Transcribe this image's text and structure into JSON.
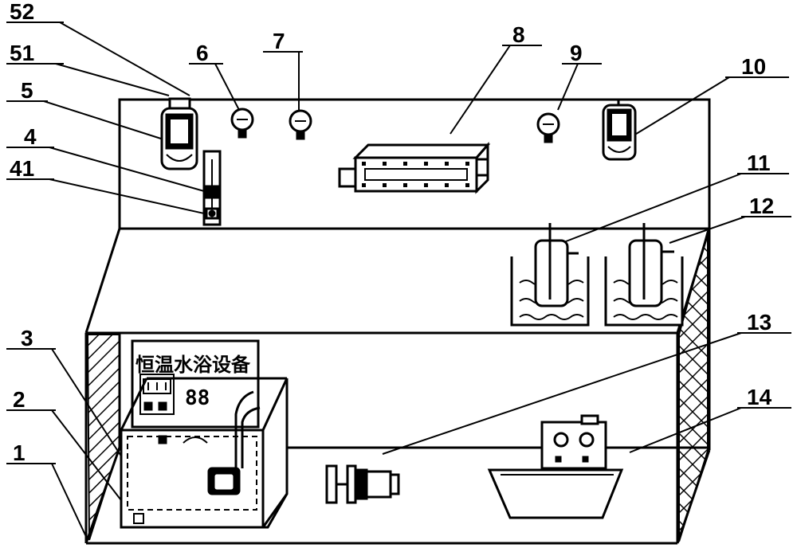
{
  "labels": {
    "l52": "52",
    "l51": "51",
    "l5": "5",
    "l4": "4",
    "l41": "41",
    "l3": "3",
    "l2": "2",
    "l1": "1",
    "l6": "6",
    "l7": "7",
    "l8": "8",
    "l9": "9",
    "l10": "10",
    "l11": "11",
    "l12": "12",
    "l13": "13",
    "l14": "14"
  },
  "device": {
    "panel_text": "恒温水浴设备",
    "display": "88"
  }
}
